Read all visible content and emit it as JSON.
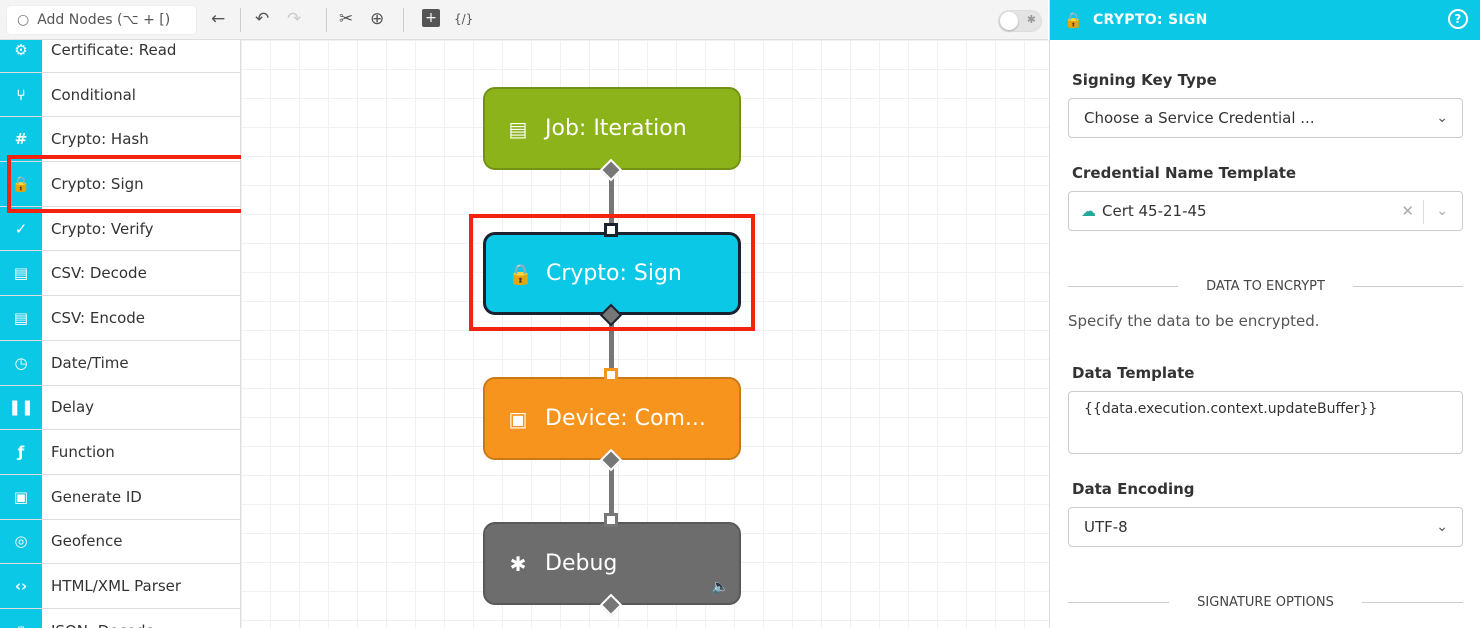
{
  "toolbar": {
    "search_placeholder": "Add Nodes (⌥ + [)"
  },
  "palette": {
    "items": [
      {
        "label": "Certificate: Read",
        "icon": "⚙"
      },
      {
        "label": "Conditional",
        "icon": "⑂"
      },
      {
        "label": "Crypto: Hash",
        "icon": "#"
      },
      {
        "label": "Crypto: Sign",
        "icon": "🔒"
      },
      {
        "label": "Crypto: Verify",
        "icon": "✓"
      },
      {
        "label": "CSV: Decode",
        "icon": "▤"
      },
      {
        "label": "CSV: Encode",
        "icon": "▤"
      },
      {
        "label": "Date/Time",
        "icon": "◷"
      },
      {
        "label": "Delay",
        "icon": "❚❚"
      },
      {
        "label": "Function",
        "icon": "ƒ"
      },
      {
        "label": "Generate ID",
        "icon": "▣"
      },
      {
        "label": "Geofence",
        "icon": "◎"
      },
      {
        "label": "HTML/XML Parser",
        "icon": "‹›"
      },
      {
        "label": "JSON: Decode",
        "icon": "▯"
      }
    ]
  },
  "canvas": {
    "nodes": [
      {
        "label": "Job: Iteration",
        "color": "#8db31a"
      },
      {
        "label": "Crypto: Sign",
        "color": "#0bc8e6"
      },
      {
        "label": "Device: Com...",
        "color": "#f7941d"
      },
      {
        "label": "Debug",
        "color": "#6d6d6d"
      }
    ]
  },
  "panel": {
    "title": "CRYPTO: SIGN",
    "signing_key_type_label": "Signing Key Type",
    "signing_key_type_value": "Choose a Service Credential ...",
    "credential_label": "Credential Name Template",
    "credential_value": "Cert 45-21-45",
    "section_data": "DATA TO ENCRYPT",
    "section_desc": "Specify the data to be encrypted.",
    "data_template_label": "Data Template",
    "data_template_value": "{{data.execution.context.updateBuffer}}",
    "data_encoding_label": "Data Encoding",
    "data_encoding_value": "UTF-8",
    "section_signature": "SIGNATURE OPTIONS"
  },
  "colors": {
    "accent": "#0bc8e6",
    "highlight": "#f4230f"
  }
}
